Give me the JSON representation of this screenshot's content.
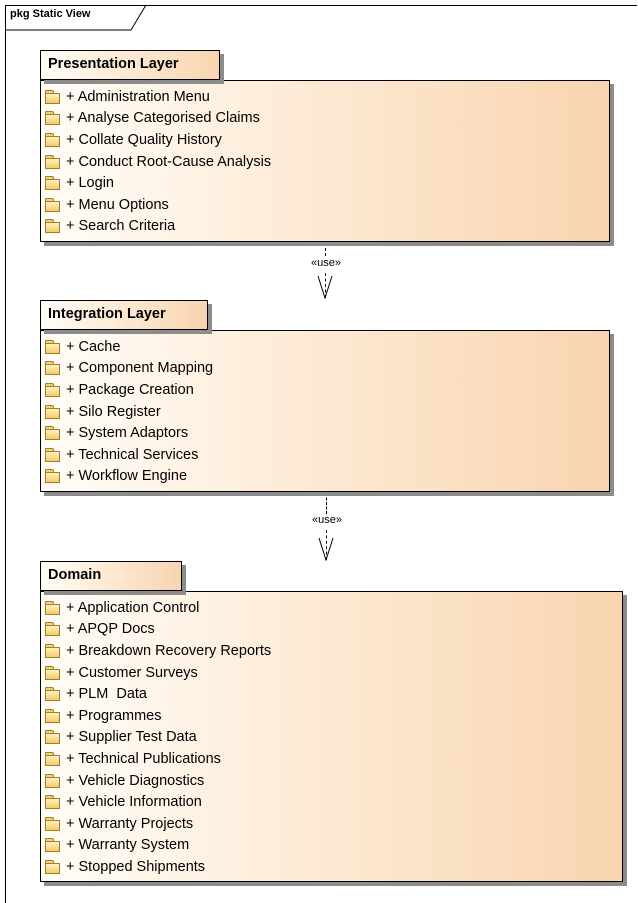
{
  "frame": {
    "label": "pkg Static View"
  },
  "packages": [
    {
      "name": "Presentation Layer",
      "items": [
        "+ Administration Menu",
        "+ Analyse Categorised Claims",
        "+ Collate Quality History",
        "+ Conduct Root-Cause Analysis",
        "+ Login",
        "+ Menu Options",
        "+ Search Criteria"
      ]
    },
    {
      "name": "Integration Layer",
      "items": [
        "+ Cache",
        "+ Component Mapping",
        "+ Package Creation",
        "+ Silo Register",
        "+ System Adaptors",
        "+ Technical Services",
        "+ Workflow Engine"
      ]
    },
    {
      "name": "Domain",
      "items": [
        "+ Application Control",
        "+ APQP Docs",
        "+ Breakdown Recovery Reports",
        "+ Customer Surveys",
        "+ PLM  Data",
        "+ Programmes",
        "+ Supplier Test Data",
        "+ Technical Publications",
        "+ Vehicle Diagnostics",
        "+ Vehicle Information",
        "+ Warranty Projects",
        "+ Warranty System",
        "+ Stopped Shipments"
      ]
    }
  ],
  "dependencies": [
    {
      "from": "Presentation Layer",
      "to": "Integration Layer",
      "stereotype": "«use»"
    },
    {
      "from": "Integration Layer",
      "to": "Domain",
      "stereotype": "«use»"
    }
  ],
  "icons": {
    "item_icon": "folder-icon"
  },
  "colors": {
    "package_fill_start": "#fffdf8",
    "package_fill_end": "#f8d4b0",
    "shadow": "#8c8c8c",
    "folder_fill": "#f2cd68"
  }
}
